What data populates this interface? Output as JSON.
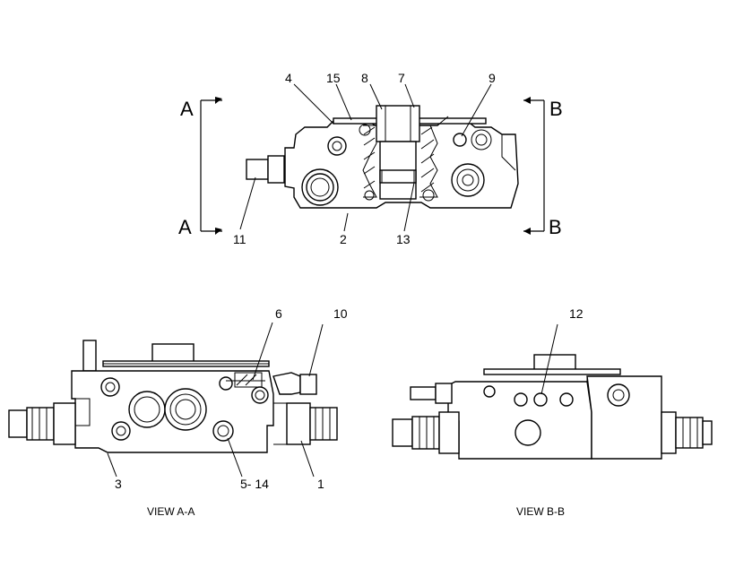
{
  "callouts": {
    "c1": "1",
    "c2": "2",
    "c3": "3",
    "c4": "4",
    "c5_14": "5- 14",
    "c6": "6",
    "c7": "7",
    "c8": "8",
    "c9": "9",
    "c10": "10",
    "c11": "11",
    "c12": "12",
    "c13": "13",
    "c15": "15"
  },
  "sections": {
    "a_top": "A",
    "a_bottom": "A",
    "b_top": "B",
    "b_bottom": "B"
  },
  "captions": {
    "view_aa": "VIEW A-A",
    "view_bb": "VIEW B-B"
  }
}
